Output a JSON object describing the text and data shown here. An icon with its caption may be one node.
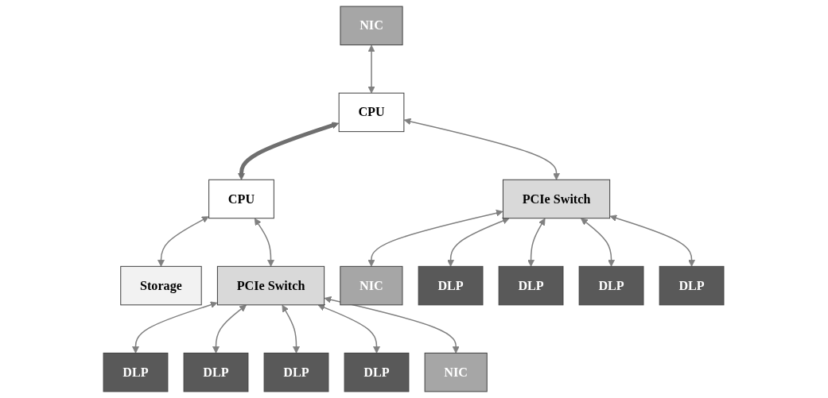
{
  "diagram": {
    "nodes": [
      {
        "text": [
          "NIC"
        ]
      },
      {
        "text": [
          "CPU"
        ]
      },
      {
        "text": [
          "CPU"
        ]
      },
      {
        "text": [
          "Storage"
        ]
      },
      {
        "text": [
          "PCIe Switch"
        ]
      },
      {
        "text": [
          "PCIe Switch"
        ]
      },
      {
        "text": [
          "NIC"
        ]
      },
      {
        "text": [
          "DLP"
        ]
      },
      {
        "text": [
          "DLP"
        ]
      },
      {
        "text": [
          "DLP"
        ]
      },
      {
        "text": [
          "DLP"
        ]
      },
      {
        "text": [
          "DLP"
        ]
      },
      {
        "text": [
          "DLP"
        ]
      },
      {
        "text": [
          "DLP"
        ]
      },
      {
        "text": [
          "DLP"
        ]
      },
      {
        "text": [
          "NIC"
        ]
      }
    ],
    "edges": [
      {
        "from": 0,
        "to": 1,
        "arrow": "both"
      },
      {
        "from": 1,
        "to": 2,
        "arrow": "both",
        "style": "thick",
        "color": "#6f6f6f"
      },
      {
        "from": 2,
        "to": 3,
        "arrow": "both"
      },
      {
        "from": 1,
        "to": 4,
        "arrow": "both"
      },
      {
        "from": 2,
        "to": 5,
        "arrow": "both"
      },
      {
        "from": 4,
        "to": 6,
        "arrow": "both"
      },
      {
        "from": 4,
        "to": 7,
        "arrow": "both"
      },
      {
        "from": 4,
        "to": 8,
        "arrow": "both"
      },
      {
        "from": 4,
        "to": 9,
        "arrow": "both"
      },
      {
        "from": 4,
        "to": 10,
        "arrow": "both"
      },
      {
        "from": 5,
        "to": 11,
        "arrow": "both"
      },
      {
        "from": 5,
        "to": 12,
        "arrow": "both"
      },
      {
        "from": 5,
        "to": 13,
        "arrow": "both"
      },
      {
        "from": 5,
        "to": 14,
        "arrow": "both"
      },
      {
        "from": 5,
        "to": 15,
        "arrow": "both"
      }
    ]
  }
}
